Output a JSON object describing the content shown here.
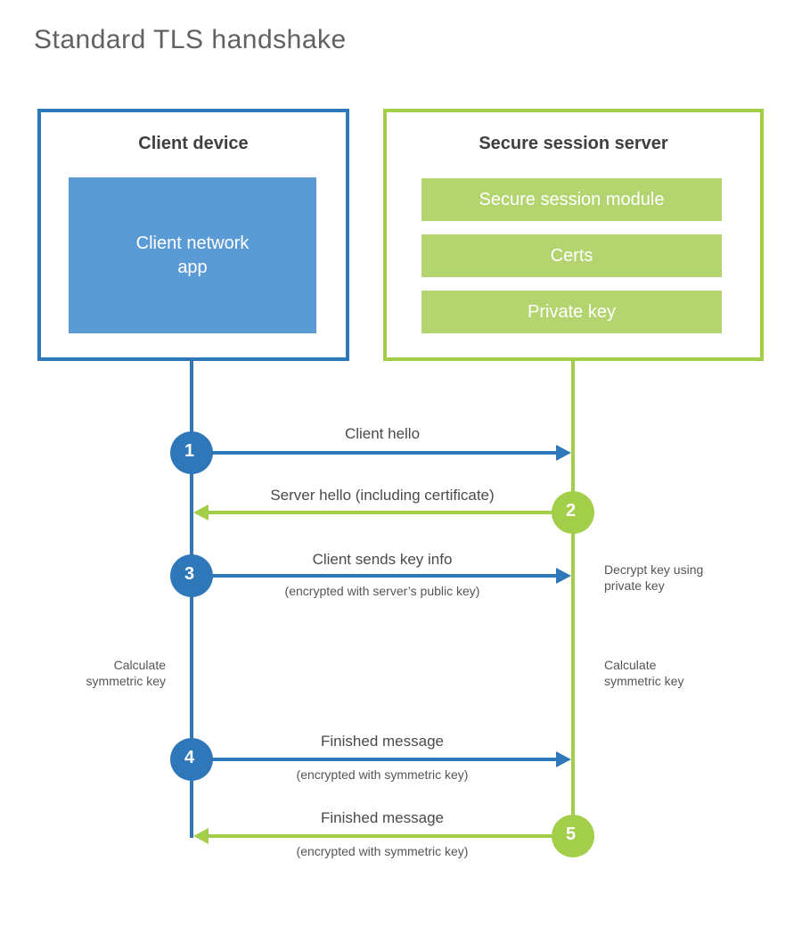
{
  "title": "Standard TLS handshake",
  "client_box": {
    "header": "Client device",
    "app_line1": "Client network",
    "app_line2": "app"
  },
  "server_box": {
    "header": "Secure session server",
    "modules": [
      "Secure session module",
      "Certs",
      "Private key"
    ]
  },
  "steps": [
    {
      "num": "1",
      "from": "client",
      "label": "Client hello",
      "sub": ""
    },
    {
      "num": "2",
      "from": "server",
      "label": "Server hello (including certificate)",
      "sub": ""
    },
    {
      "num": "3",
      "from": "client",
      "label": "Client sends key info",
      "sub": "(encrypted with server’s public key)"
    },
    {
      "num": "4",
      "from": "client",
      "label": "Finished message",
      "sub": "(encrypted with symmetric key)"
    },
    {
      "num": "5",
      "from": "server",
      "label": "Finished message",
      "sub": "(encrypted with symmetric key)"
    }
  ],
  "side_notes": {
    "decrypt": {
      "line1": "Decrypt key using",
      "line2": "private key"
    },
    "calc_client": {
      "line1": "Calculate",
      "line2": "symmetric key"
    },
    "calc_server": {
      "line1": "Calculate",
      "line2": "symmetric key"
    }
  },
  "colors": {
    "client_stroke": "#2e78ba",
    "client_fill": "#5b9bd5",
    "server_stroke": "#a2ce4a",
    "server_fill": "#b3d46e",
    "title_text": "#616161",
    "header_text": "#3f3f3f",
    "label_text": "#4a4a4a",
    "note_text": "#555555"
  }
}
